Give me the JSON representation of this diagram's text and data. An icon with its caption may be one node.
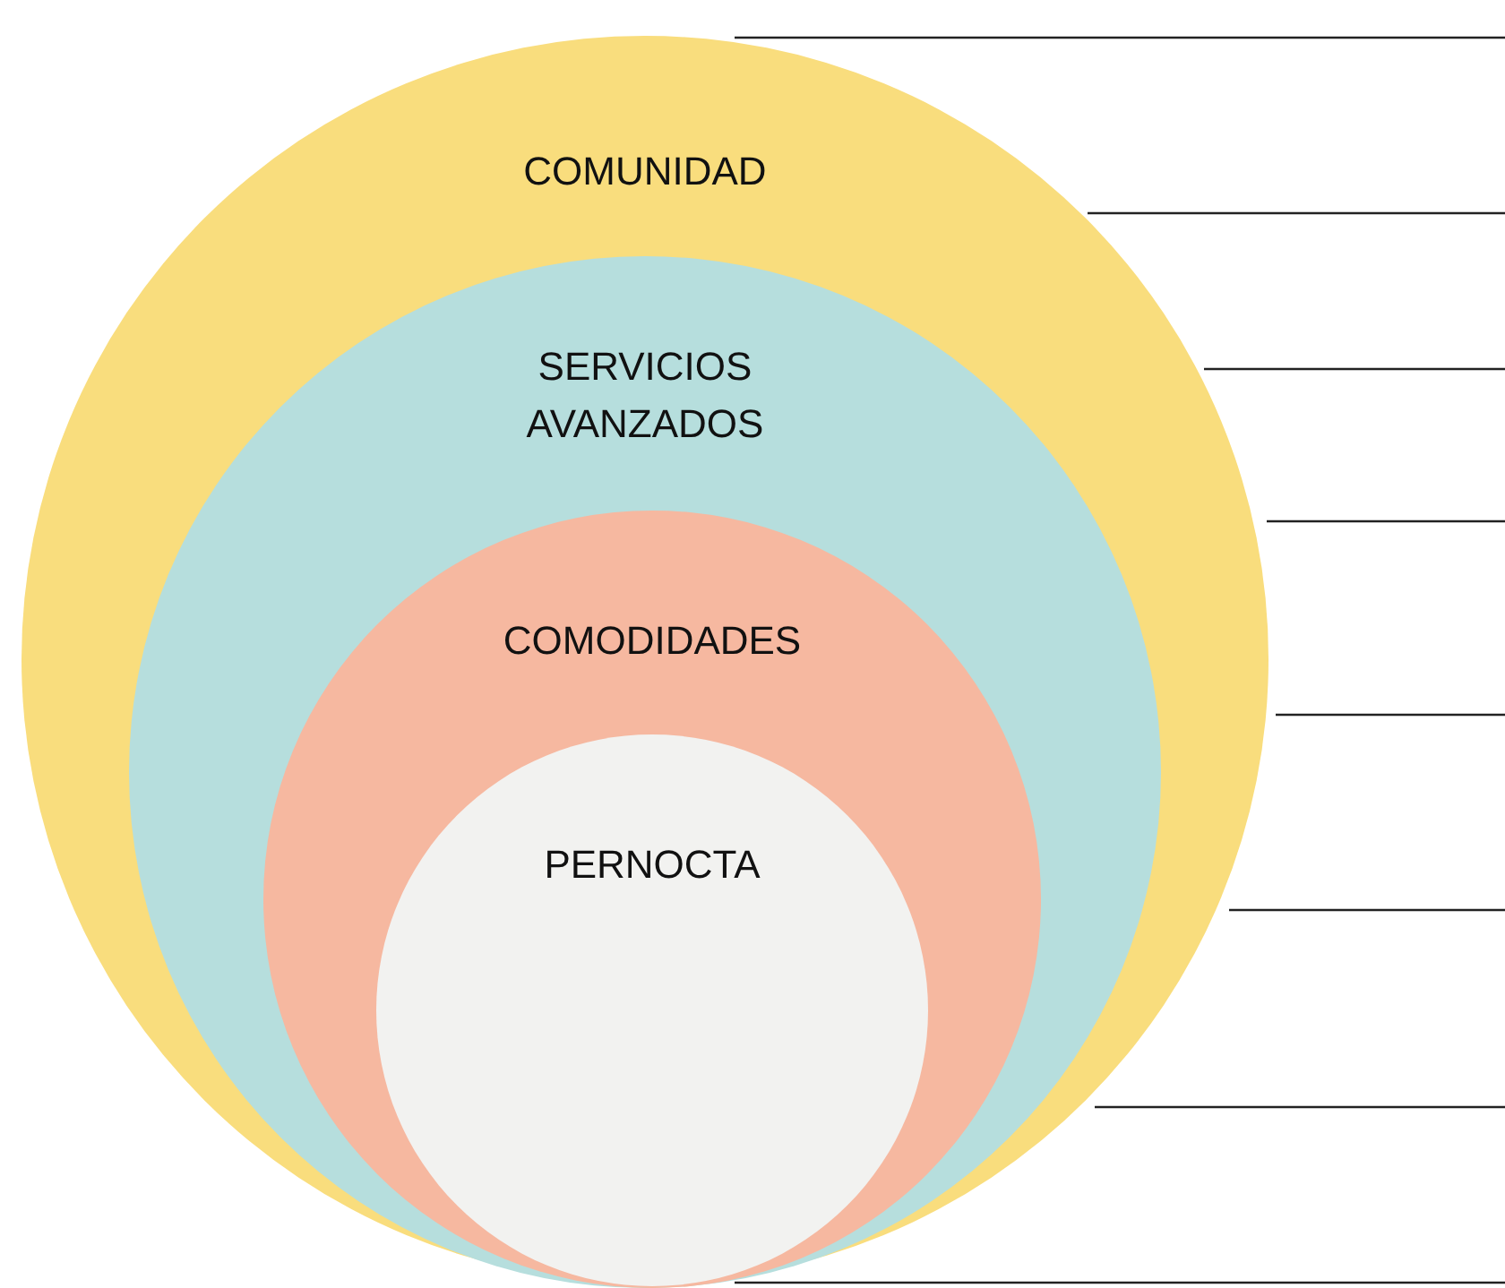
{
  "diagram": {
    "nodes": [
      {
        "text": [
          "COMUNIDAD"
        ]
      },
      {
        "text": [
          "SERVICIOS AVANZADOS"
        ],
        "in": 0
      },
      {
        "text": [
          "COMODIDADES"
        ],
        "in": 1
      },
      {
        "text": [
          "PERNOCTA"
        ],
        "in": 2
      }
    ]
  }
}
